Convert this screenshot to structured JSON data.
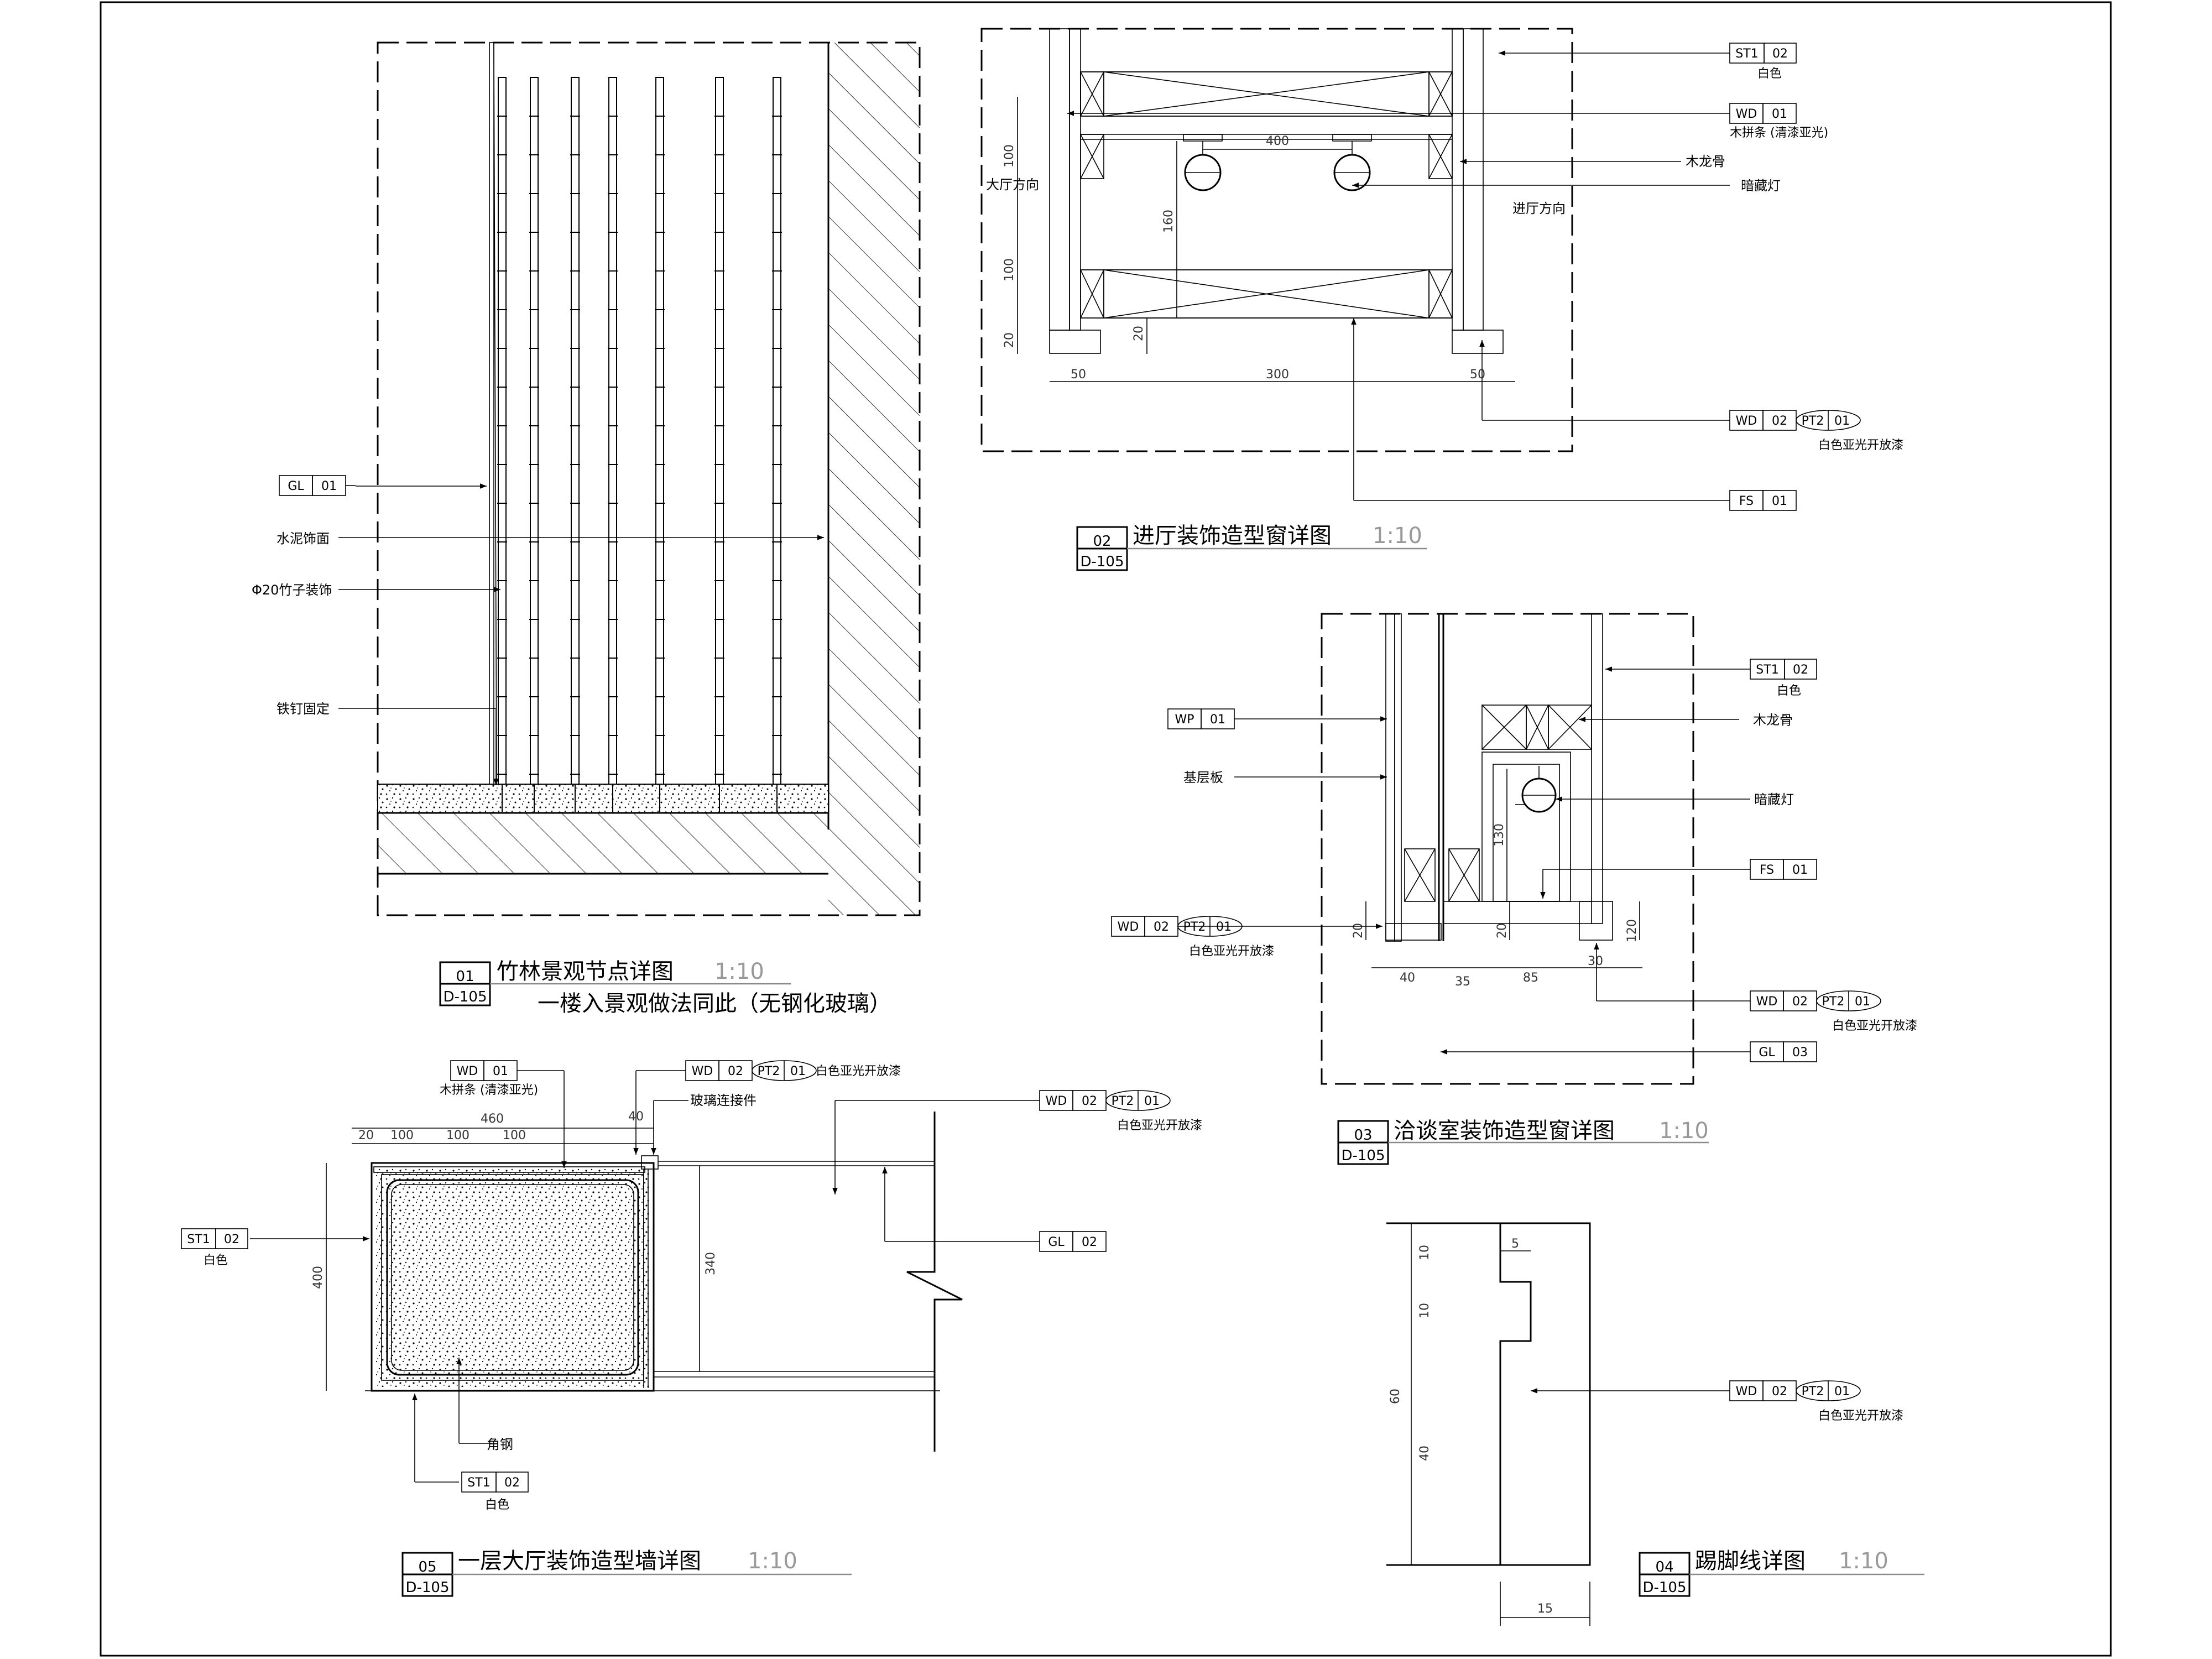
{
  "tags": {
    "gl01": [
      "GL",
      "01"
    ],
    "gl02": [
      "GL",
      "02"
    ],
    "gl03": [
      "GL",
      "03"
    ],
    "st102": [
      "ST1",
      "02"
    ],
    "wd01": [
      "WD",
      "01"
    ],
    "wd02": [
      "WD",
      "02"
    ],
    "pt201": [
      "PT2",
      "01"
    ],
    "fs01": [
      "FS",
      "01"
    ],
    "wp01": [
      "WP",
      "01"
    ]
  },
  "notes": {
    "cement_finish": "水泥饰面",
    "bamboo_deco": "Φ20竹子装饰",
    "iron_nail": "铁钉固定",
    "white": "白色",
    "wood_strip": "木拼条 (清漆亚光)",
    "wood_keel": "木龙骨",
    "hidden_light": "暗藏灯",
    "hall_direction": "大厅方向",
    "enter_direction": "进厅方向",
    "white_matte_paint": "白色亚光开放漆",
    "base_board": "基层板",
    "glass_connector": "玻璃连接件",
    "angle_steel": "角钢"
  },
  "titles": {
    "t01": {
      "num": "01",
      "ref": "D-105",
      "name": "竹林景观节点详图",
      "scale": "1:10",
      "sub": "一楼入景观做法同此（无钢化玻璃）"
    },
    "t02": {
      "num": "02",
      "ref": "D-105",
      "name": "进厅装饰造型窗详图",
      "scale": "1:10"
    },
    "t03": {
      "num": "03",
      "ref": "D-105",
      "name": "洽谈室装饰造型窗详图",
      "scale": "1:10"
    },
    "t04": {
      "num": "04",
      "ref": "D-105",
      "name": "踢脚线详图",
      "scale": "1:10"
    },
    "t05": {
      "num": "05",
      "ref": "D-105",
      "name": "一层大厅装饰造型墙详图",
      "scale": "1:10"
    }
  },
  "dims": {
    "d02": [
      "400",
      "100",
      "160",
      "100",
      "20",
      "20",
      "50",
      "300",
      "50"
    ],
    "d03": [
      "130",
      "20",
      "20",
      "120",
      "40",
      "35",
      "85",
      "30"
    ],
    "d05": [
      "460",
      "20",
      "100",
      "100",
      "100",
      "40",
      "400",
      "340"
    ],
    "d04": [
      "10",
      "5",
      "10",
      "60",
      "40",
      "15"
    ]
  }
}
